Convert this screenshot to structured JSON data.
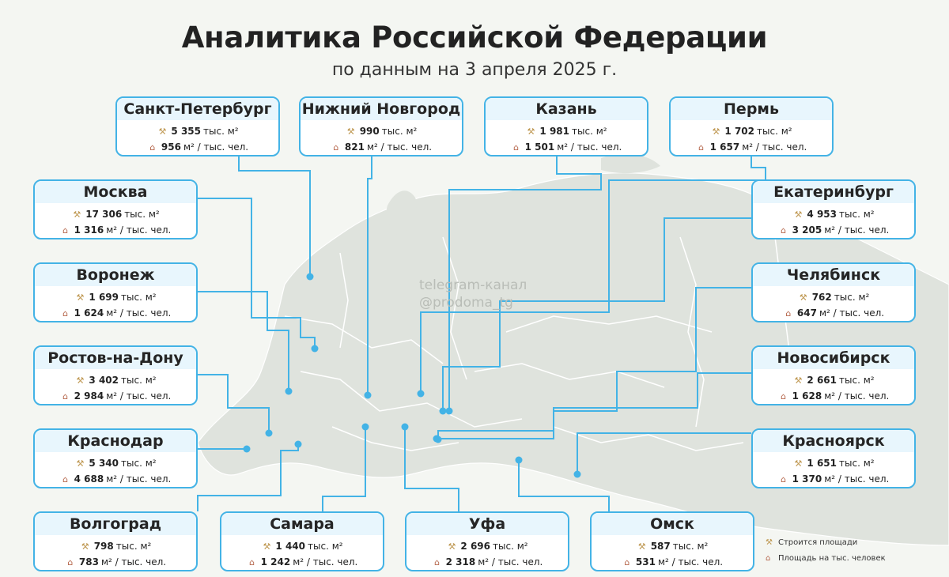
{
  "header": {
    "title": "Аналитика Российской Федерации",
    "subtitle": "по данным на 3 апреля 2025 г."
  },
  "watermark": {
    "line1": "telegram-канал",
    "line2": "@prodoma_tg"
  },
  "units": {
    "built": "тыс. м²",
    "per_capita": "м² / тыс. чел."
  },
  "icons": {
    "built": "crane-icon",
    "per_capita": "house-icon"
  },
  "colors": {
    "accent": "#43b3e6",
    "card_header": "#e8f6fd",
    "map": "#dfe3dd"
  },
  "cities": [
    {
      "key": "spb",
      "name": "Санкт-Петербург",
      "built": "5 355",
      "per_capita": "956"
    },
    {
      "key": "nn",
      "name": "Нижний Новгород",
      "built": "990",
      "per_capita": "821"
    },
    {
      "key": "kazan",
      "name": "Казань",
      "built": "1 981",
      "per_capita": "1 501"
    },
    {
      "key": "perm",
      "name": "Пермь",
      "built": "1 702",
      "per_capita": "1 657"
    },
    {
      "key": "moscow",
      "name": "Москва",
      "built": "17 306",
      "per_capita": "1 316"
    },
    {
      "key": "ekb",
      "name": "Екатеринбург",
      "built": "4 953",
      "per_capita": "3 205"
    },
    {
      "key": "voronezh",
      "name": "Воронеж",
      "built": "1 699",
      "per_capita": "1 624"
    },
    {
      "key": "chel",
      "name": "Челябинск",
      "built": "762",
      "per_capita": "647"
    },
    {
      "key": "rostov",
      "name": "Ростов-на-Дону",
      "built": "3 402",
      "per_capita": "2 984"
    },
    {
      "key": "nsk",
      "name": "Новосибирск",
      "built": "2 661",
      "per_capita": "1 628"
    },
    {
      "key": "krasnodar",
      "name": "Краснодар",
      "built": "5 340",
      "per_capita": "4 688"
    },
    {
      "key": "krasnoyarsk",
      "name": "Красноярск",
      "built": "1 651",
      "per_capita": "1 370"
    },
    {
      "key": "volgograd",
      "name": "Волгоград",
      "built": "798",
      "per_capita": "783"
    },
    {
      "key": "samara",
      "name": "Самара",
      "built": "1 440",
      "per_capita": "1 242"
    },
    {
      "key": "ufa",
      "name": "Уфа",
      "built": "2 696",
      "per_capita": "2 318"
    },
    {
      "key": "omsk",
      "name": "Омск",
      "built": "587",
      "per_capita": "531"
    }
  ],
  "legend": {
    "built": "Строится площади",
    "per_capita": "Площадь на тыс. человек"
  }
}
